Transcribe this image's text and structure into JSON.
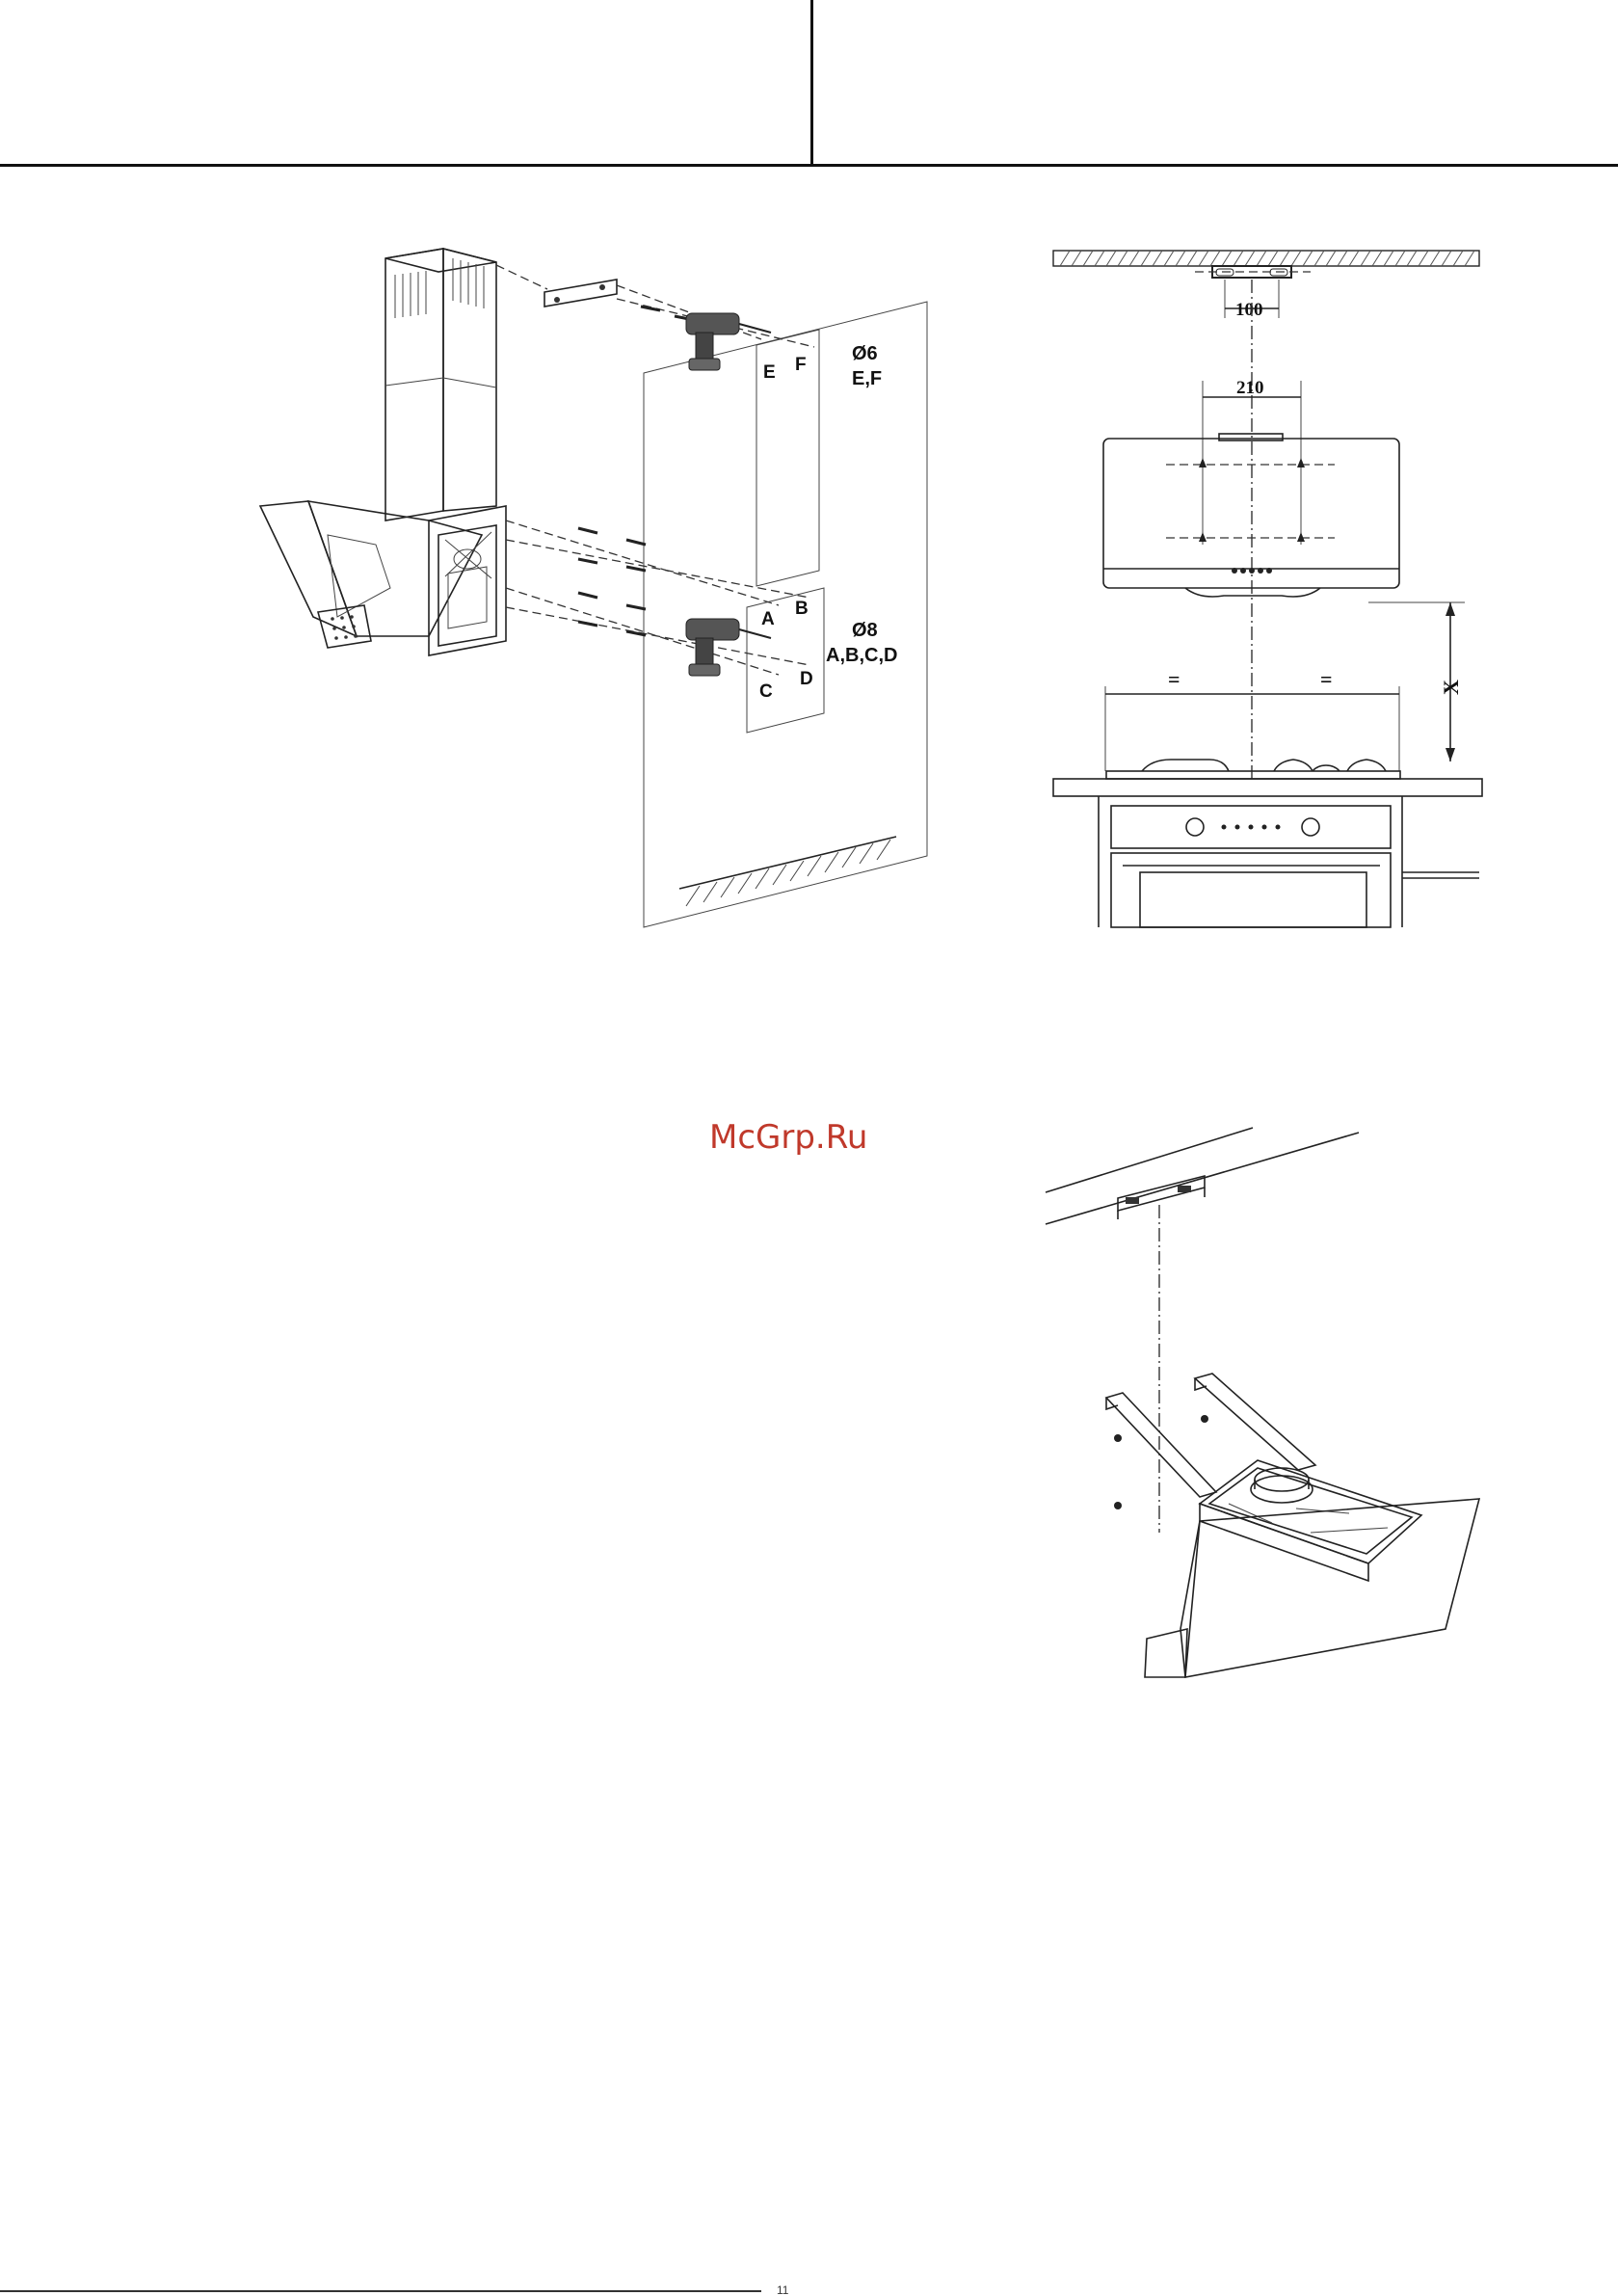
{
  "figure_wall_mounting": {
    "label_e": "E",
    "label_f": "F",
    "drill_size_top": "Ø6",
    "drill_holes_top": "E,F",
    "label_a": "A",
    "label_b": "B",
    "label_c": "C",
    "label_d": "D",
    "drill_size_bottom": "Ø8",
    "drill_holes_bottom": "A,B,C,D"
  },
  "figure_front_dimensions": {
    "bracket_spacing": "100",
    "hole_spacing": "210",
    "height_label": "X",
    "equal_left": "=",
    "equal_right": "="
  },
  "watermark": "McGrp.Ru",
  "footer_page_number": "11"
}
